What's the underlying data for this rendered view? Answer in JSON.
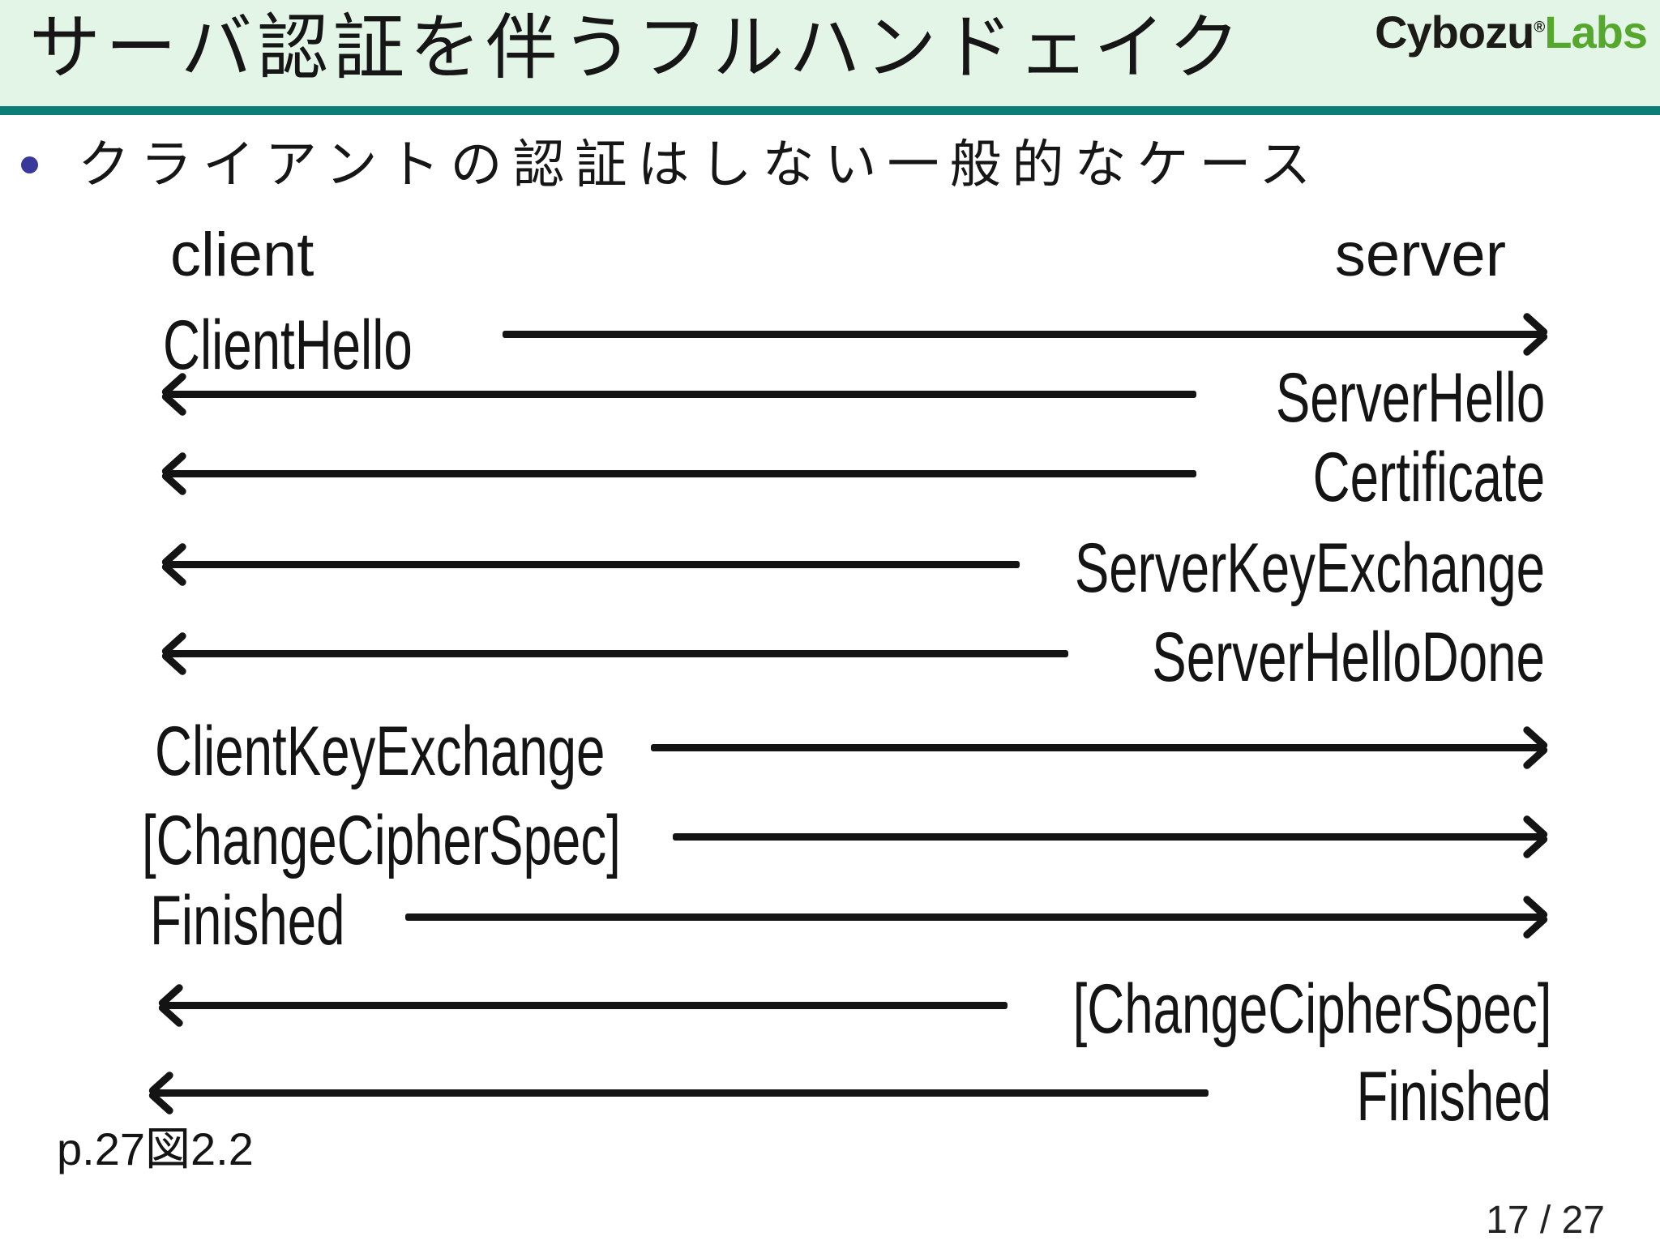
{
  "slide": {
    "title": "サーバ認証を伴うフルハンドェイク",
    "bullet_text": "クライアントの認証はしない一般的なケース",
    "reference": "p.27図2.2",
    "page_number": "17 / 27"
  },
  "logo": {
    "brand": "Cybozu",
    "registered_mark": "®",
    "suffix": "Labs"
  },
  "diagram": {
    "client_label": "client",
    "server_label": "server",
    "messages": [
      {
        "label": "ClientHello",
        "direction": "client-to-server"
      },
      {
        "label": "ServerHello",
        "direction": "server-to-client"
      },
      {
        "label": "Certificate",
        "direction": "server-to-client"
      },
      {
        "label": "ServerKeyExchange",
        "direction": "server-to-client"
      },
      {
        "label": "ServerHelloDone",
        "direction": "server-to-client"
      },
      {
        "label": "ClientKeyExchange",
        "direction": "client-to-server"
      },
      {
        "label": "[ChangeCipherSpec]",
        "direction": "client-to-server"
      },
      {
        "label": "Finished",
        "direction": "client-to-server"
      },
      {
        "label": "[ChangeCipherSpec]",
        "direction": "server-to-client"
      },
      {
        "label": "Finished",
        "direction": "server-to-client"
      }
    ]
  },
  "colors": {
    "header_background": "#e2f5e6",
    "divider_teal": "#0b7d78",
    "logo_brand_black": "#1c1b17",
    "logo_labs_green": "#55a82c",
    "bullet_dot_indigo": "#39399b",
    "text_black": "#141414"
  }
}
